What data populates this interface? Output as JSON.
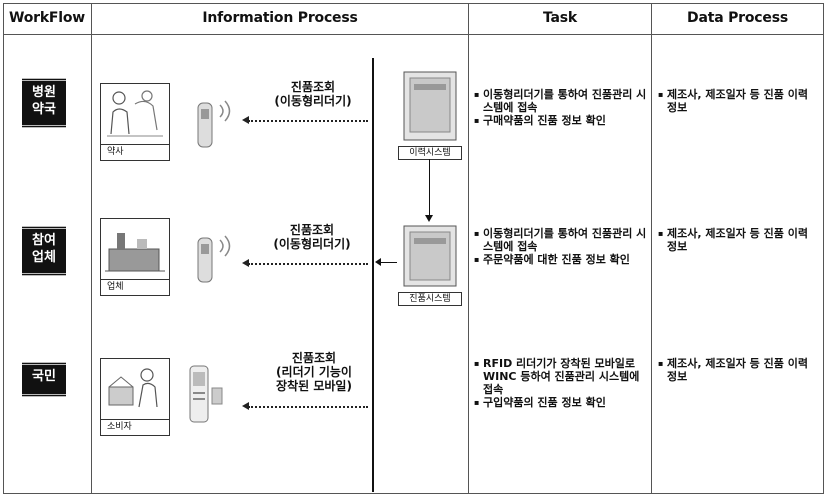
{
  "headers": {
    "workflow": "WorkFlow",
    "information": "Information Process",
    "task": "Task",
    "data": "Data Process"
  },
  "rows": [
    {
      "badge": [
        "병원",
        "약국"
      ],
      "box_label": "약사",
      "query": [
        "진품조회",
        "(이동형리더기)"
      ],
      "system": "이력시스템",
      "task": [
        "이동형리더기를 통하여 진품관리 시스템에 접속",
        "구매약품의 진품 정보 확인"
      ],
      "data": [
        "제조사, 제조일자 등 진품 이력 정보"
      ]
    },
    {
      "badge": [
        "참여",
        "업체"
      ],
      "box_label": "업체",
      "query": [
        "진품조회",
        "(이동형리더기)"
      ],
      "system": "진품시스템",
      "task": [
        "이동형리더기를 통하여 진품관리 시스템에 접속",
        "주문약품에 대한 진품 정보 확인"
      ],
      "data": [
        "제조사, 제조일자 등 진품 이력 정보"
      ]
    },
    {
      "badge": [
        "국민"
      ],
      "box_label": "소비자",
      "query": [
        "진품조회",
        "(리더기 기능이",
        "장착된 모바일)"
      ],
      "system": "",
      "task": [
        "RFID 리더기가 장착된 모바일로 WINC 등하여 진품관리 시스템에 접속",
        "구입약품의 진품 정보 확인"
      ],
      "data": [
        "제조사, 제조일자 등 진품 이력 정보"
      ]
    }
  ]
}
